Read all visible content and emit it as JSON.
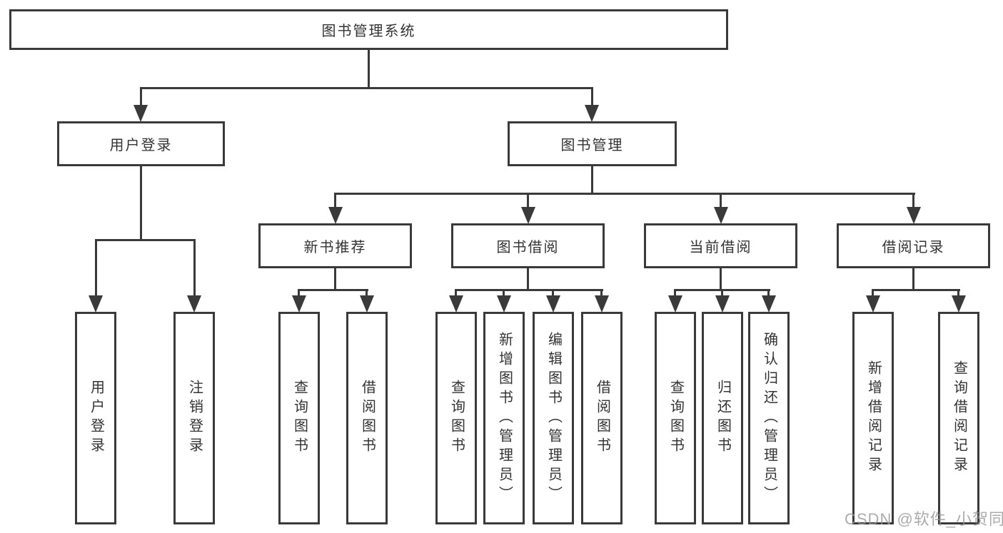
{
  "diagram": {
    "type": "hierarchy-tree",
    "root": {
      "label": "图书管理系统"
    },
    "branches": [
      {
        "label": "用户登录",
        "children": [
          {
            "label": "用户登录"
          },
          {
            "label": "注销登录"
          }
        ]
      },
      {
        "label": "图书管理",
        "children": [
          {
            "label": "新书推荐",
            "children": [
              {
                "label": "查询图书"
              },
              {
                "label": "借阅图书"
              }
            ]
          },
          {
            "label": "图书借阅",
            "children": [
              {
                "label": "查询图书"
              },
              {
                "label": "新增图书（管理员）"
              },
              {
                "label": "编辑图书（管理员）"
              },
              {
                "label": "借阅图书"
              }
            ]
          },
          {
            "label": "当前借阅",
            "children": [
              {
                "label": "查询图书"
              },
              {
                "label": "归还图书"
              },
              {
                "label": "确认归还（管理员）"
              }
            ]
          },
          {
            "label": "借阅记录",
            "children": [
              {
                "label": "新增借阅记录"
              },
              {
                "label": "查询借阅记录"
              }
            ]
          }
        ]
      }
    ],
    "colors": {
      "line": "#3a3a3a",
      "text": "#333333",
      "background": "#ffffff",
      "watermark": "#969696"
    }
  },
  "watermark": {
    "text": "CSDN @软件_小贺同学"
  }
}
